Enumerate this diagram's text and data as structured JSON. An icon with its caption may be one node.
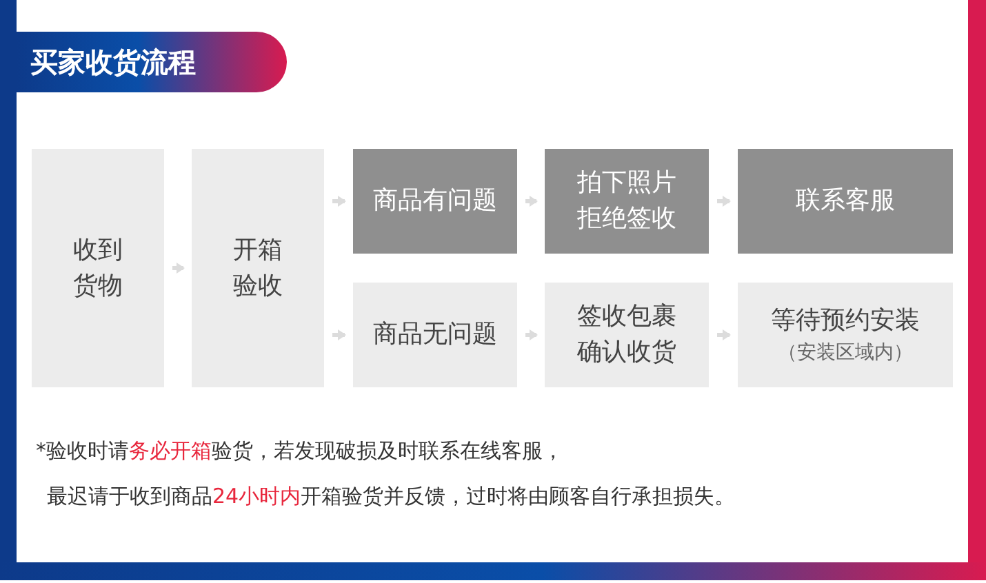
{
  "diagram": {
    "title": "买家收货流程",
    "nodes": [
      {
        "text": [
          "收到货物"
        ]
      },
      {
        "text": [
          "开箱验收"
        ]
      },
      {
        "text": [
          "商品有问题"
        ]
      },
      {
        "text": [
          "拍下照片拒绝签收"
        ]
      },
      {
        "text": [
          "联系客服"
        ]
      },
      {
        "text": [
          "商品无问题"
        ]
      },
      {
        "text": [
          "签收包裹确认收货"
        ]
      },
      {
        "text": [
          "等待预约安装",
          "（安装区域内）"
        ]
      }
    ],
    "edges": [
      {
        "from": 0,
        "to": 1,
        "arrow": "to"
      },
      {
        "from": 1,
        "to": 2,
        "arrow": "to"
      },
      {
        "from": 1,
        "to": 5,
        "arrow": "to"
      },
      {
        "from": 2,
        "to": 3,
        "arrow": "to"
      },
      {
        "from": 3,
        "to": 4,
        "arrow": "to"
      },
      {
        "from": 5,
        "to": 6,
        "arrow": "to"
      },
      {
        "from": 6,
        "to": 7,
        "arrow": "to"
      }
    ],
    "labels": [
      "*验收时请**务必开箱**验货，若发现破损及时联系在线客服，",
      "最迟请于收到商品**24小时内**开箱验货并反馈，过时将由顾客自行承担损失。"
    ]
  }
}
